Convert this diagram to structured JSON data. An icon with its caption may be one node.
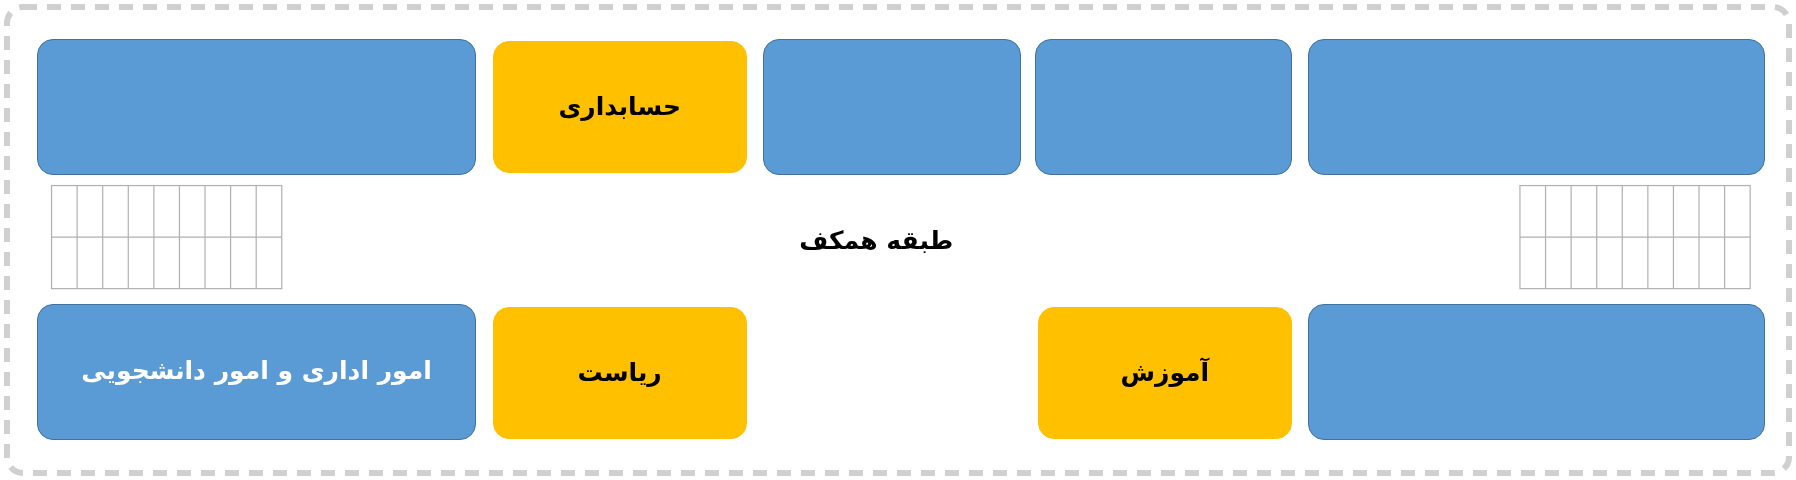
{
  "diagram": {
    "nodes": [
      {
        "text": [],
        "shape": "box"
      },
      {
        "text": [
          "حسابداری"
        ]
      },
      {
        "text": [],
        "shape": "box"
      },
      {
        "text": [],
        "shape": "box"
      },
      {
        "text": [],
        "shape": "box"
      },
      {
        "text": [
          "امور اداری و امور دانشجویی"
        ]
      },
      {
        "text": [
          "ریاست"
        ]
      },
      {
        "text": [
          "آموزش"
        ]
      },
      {
        "text": [],
        "shape": "box"
      }
    ],
    "edges": [],
    "labels": [
      "طبقه همکف"
    ]
  }
}
